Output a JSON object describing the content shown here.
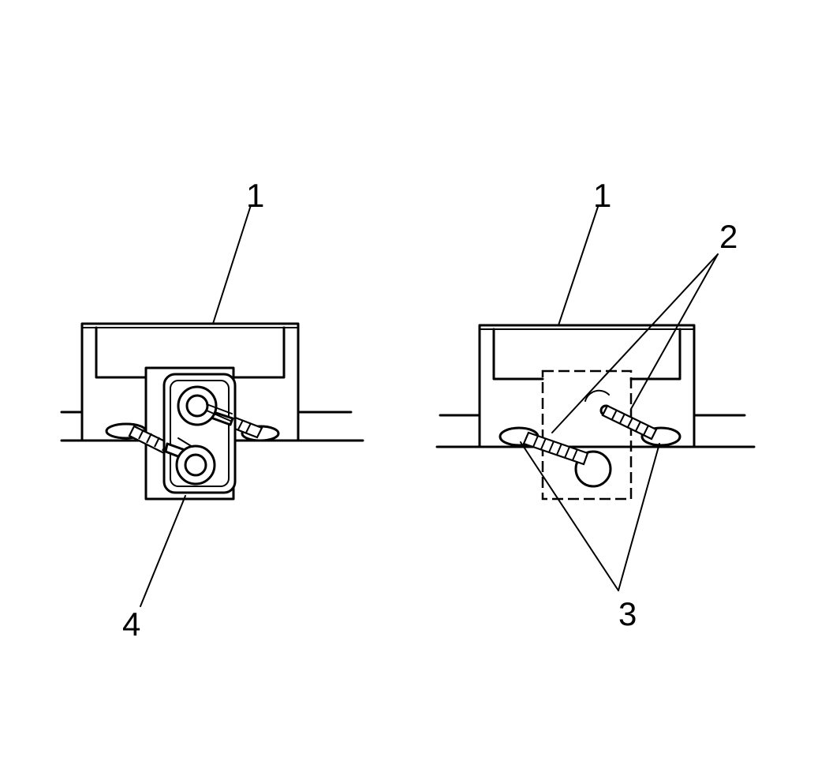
{
  "callouts": {
    "left_part_1": "1",
    "left_part_4": "4",
    "right_part_1": "1",
    "right_part_2": "2",
    "right_part_3": "3"
  },
  "colors": {
    "ink": "#000000",
    "paper": "#ffffff"
  }
}
